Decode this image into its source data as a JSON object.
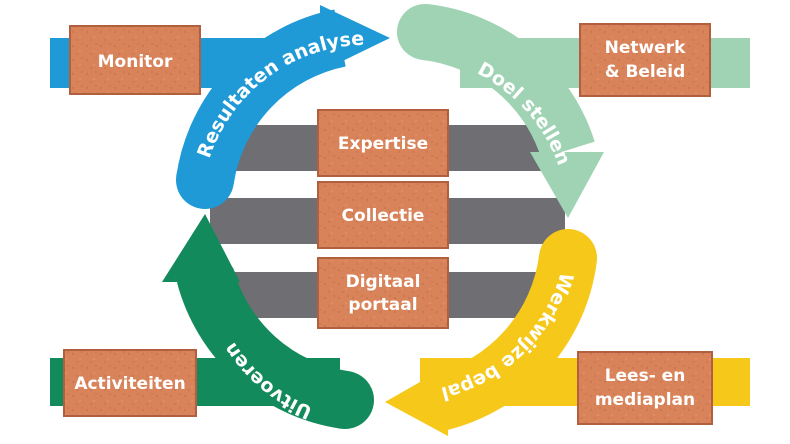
{
  "colors": {
    "blue": "#1f9ad6",
    "mint": "#9fd3b4",
    "yellow": "#f6c81a",
    "green": "#138a5b",
    "gray": "#6f6e73",
    "brick": "#d9835a",
    "brick_edge": "#b0603e"
  },
  "bricks": {
    "monitor": "Monitor",
    "netwerk_line1": "Netwerk",
    "netwerk_line2": "& Beleid",
    "expertise": "Expertise",
    "collectie": "Collectie",
    "digitaal_line1": "Digitaal",
    "digitaal_line2": "portaal",
    "activiteiten": "Activiteiten",
    "lees_line1": "Lees- en",
    "lees_line2": "mediaplan"
  },
  "cycle": {
    "resultaten": "Resultaten analyseren",
    "doel": "Doel stellen",
    "werkwijze": "Werkwijze bepalen",
    "uitvoeren": "Uitvoeren"
  }
}
